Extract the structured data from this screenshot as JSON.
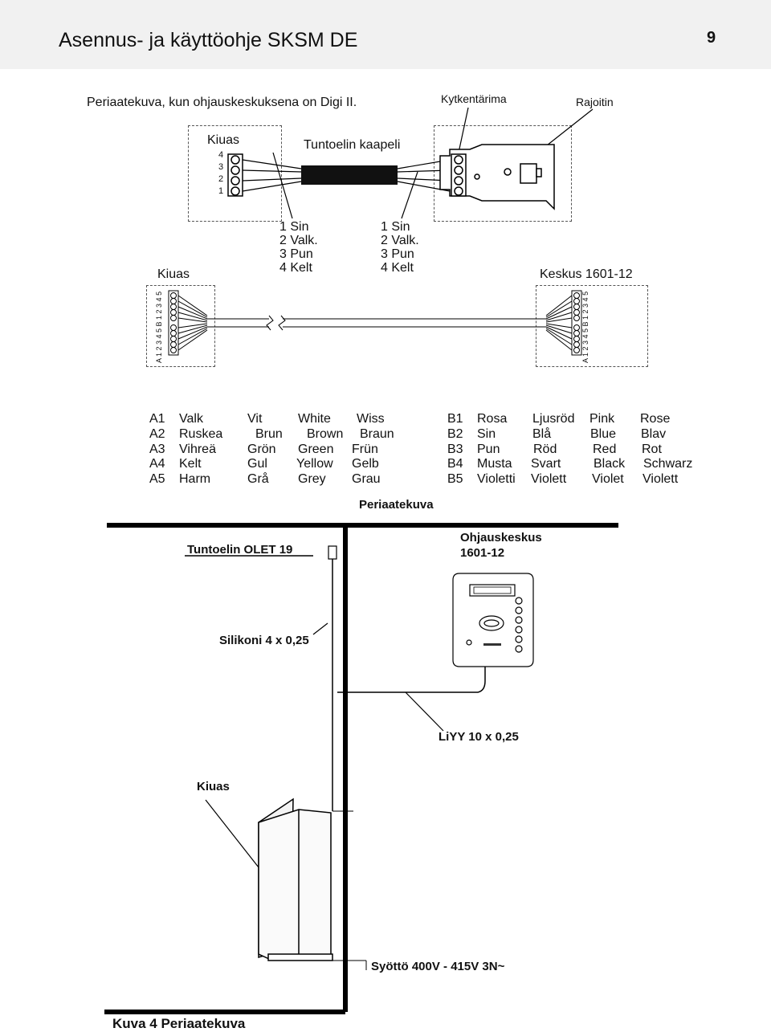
{
  "header": {
    "title": "Asennus- ja käyttöohje SKSM DE",
    "page_number": "9"
  },
  "top_diagram": {
    "caption": "Periaatekuva, kun ohjauskeskuksena on Digi II.",
    "kytkentarima_label": "Kytkentärima",
    "rajoitin_label": "Rajoitin",
    "kiuas_top_label": "Kiuas",
    "cable_label": "Tuntoelin kaapeli",
    "terminal_numbers": [
      "4",
      "3",
      "2",
      "1"
    ],
    "wire_list_left": [
      "1 Sin",
      "2 Valk.",
      "3 Pun",
      "4 Kelt"
    ],
    "wire_list_right": [
      "1 Sin",
      "2 Valk.",
      "3 Pun",
      "4 Kelt"
    ],
    "kiuas_bottom_label": "Kiuas",
    "keskus_label": "Keskus 1601-12",
    "terminal_strip_label": "A 1 2 3 4 5  B 1 2 3 4 5"
  },
  "color_table": {
    "rows_a": [
      [
        "A1",
        "Valk",
        "Vit",
        "White",
        "Wiss"
      ],
      [
        "A2",
        "Ruskea",
        "Brun",
        "Brown",
        "Braun"
      ],
      [
        "A3",
        "Vihreä",
        "Grön",
        "Green",
        "Frün"
      ],
      [
        "A4",
        "Kelt",
        "Gul",
        "Yellow",
        "Gelb"
      ],
      [
        "A5",
        "Harm",
        "Grå",
        "Grey",
        "Grau"
      ]
    ],
    "rows_b": [
      [
        "B1",
        "Rosa",
        "Ljusröd",
        "Pink",
        "Rose"
      ],
      [
        "B2",
        "Sin",
        "Blå",
        "Blue",
        "Blav"
      ],
      [
        "B3",
        "Pun",
        "Röd",
        "Red",
        "Rot"
      ],
      [
        "B4",
        "Musta",
        "Svart",
        "Black",
        "Schwarz"
      ],
      [
        "B5",
        "Violetti",
        "Violett",
        "Violet",
        "Violett"
      ]
    ]
  },
  "bottom_diagram": {
    "title": "Periaatekuva",
    "sensor_label": "Tuntoelin OLET 19",
    "controller_label_1": "Ohjauskeskus",
    "controller_label_2": "1601-12",
    "silicone_label": "Silikoni 4 x 0,25",
    "liyy_label": "LiYY 10 x 0,25",
    "kiuas_label": "Kiuas",
    "supply_label": "Syöttö 400V - 415V 3N~"
  },
  "figure_caption": "Kuva 4  Periaatekuva"
}
